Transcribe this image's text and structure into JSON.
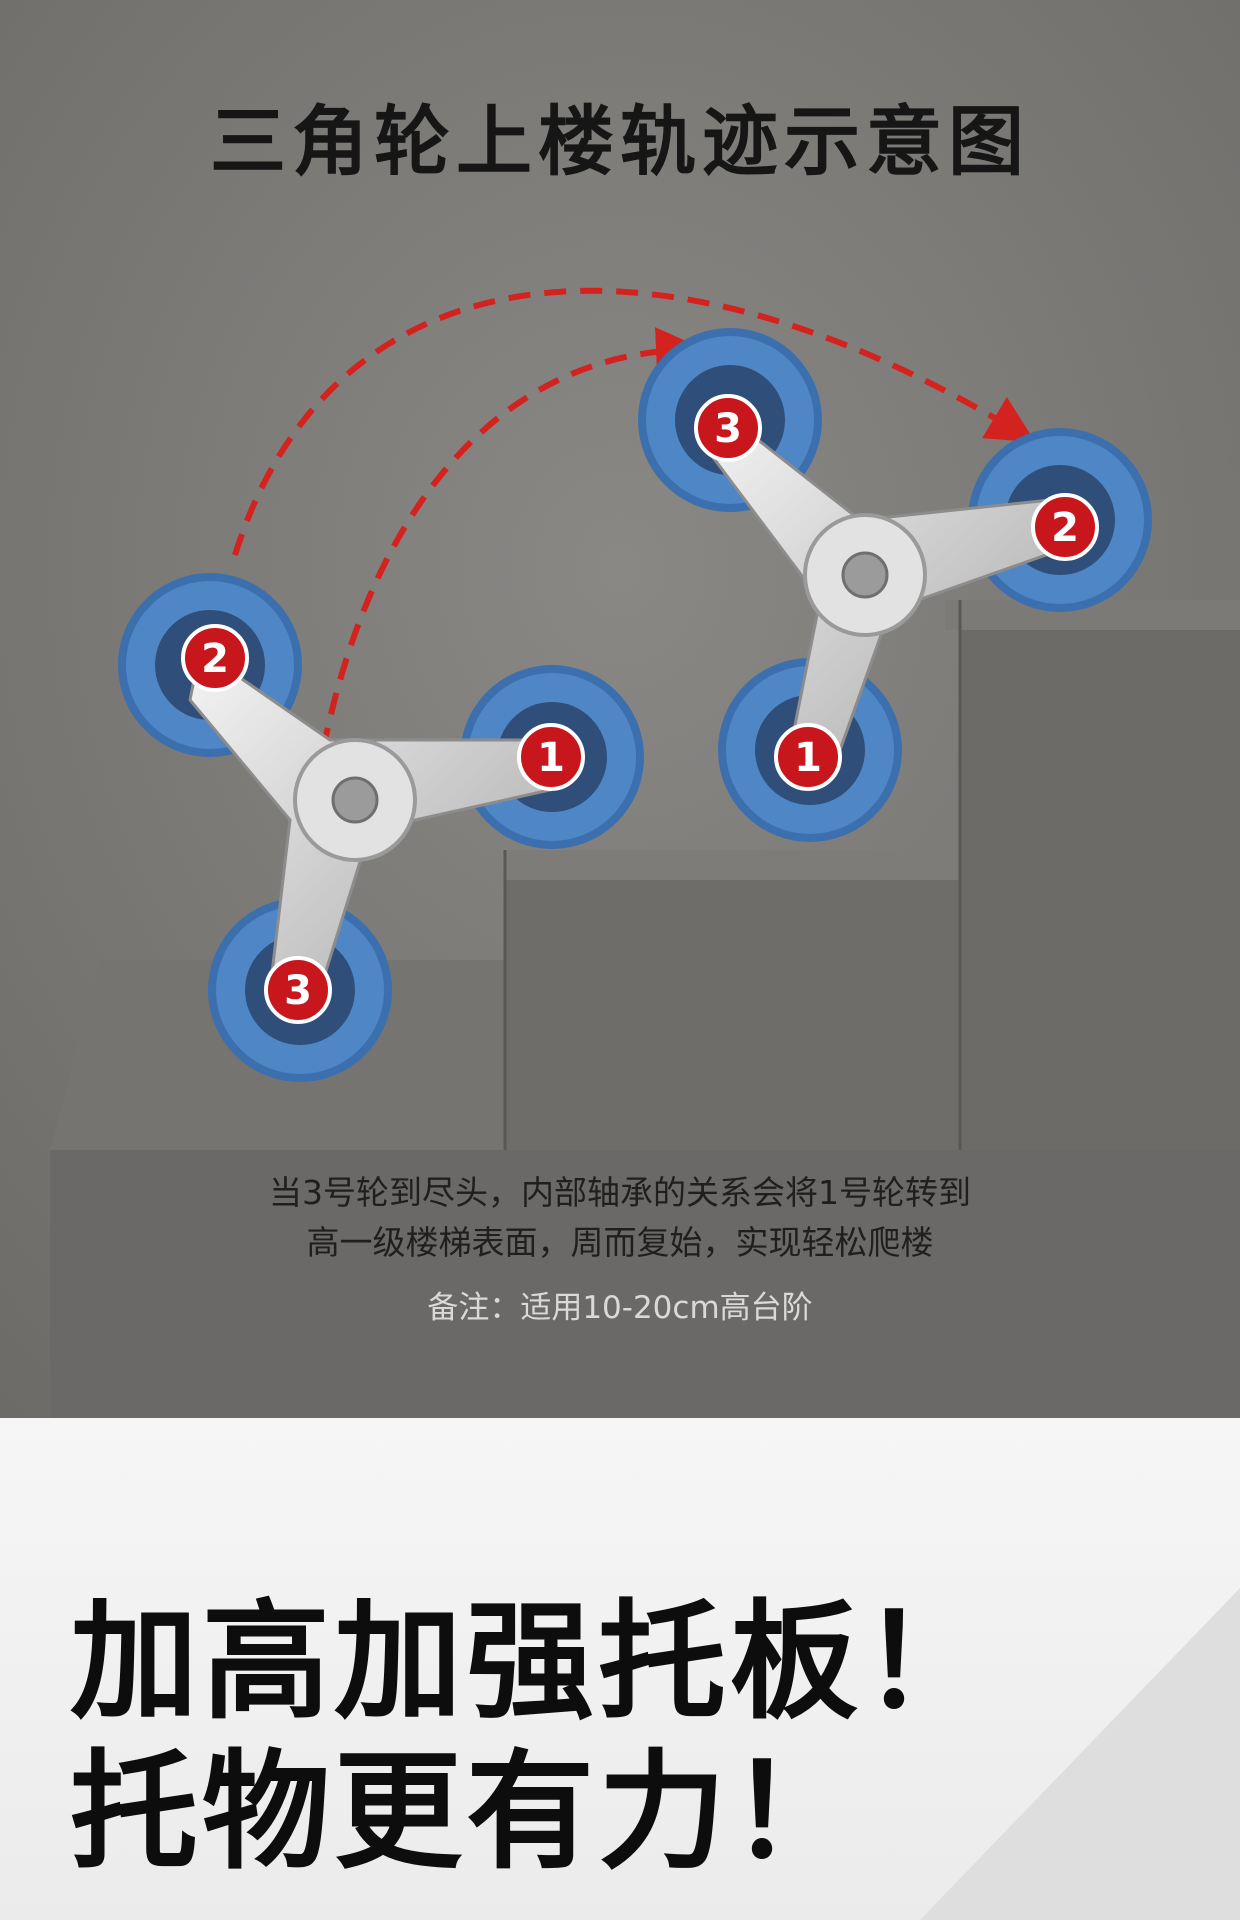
{
  "diagram": {
    "title": "三角轮上楼轨迹示意图",
    "wheel_labels": [
      "1",
      "2",
      "3"
    ],
    "caption_lines": [
      "当3号轮到尽头，内部轴承的关系会将1号轮转到",
      "高一级楼梯表面，周而复始，实现轻松爬楼"
    ],
    "note": "备注：适用10-20cm高台阶",
    "colors": {
      "wall": "#7d7b78",
      "stair": "#6a6866",
      "wheel": "#4f86c6",
      "badge": "#c8161d",
      "trajectory": "#d4221e",
      "hub": "#d8d8d8"
    }
  },
  "promo": {
    "headline_lines": [
      "加高加强托板！",
      "托物更有力！"
    ]
  }
}
